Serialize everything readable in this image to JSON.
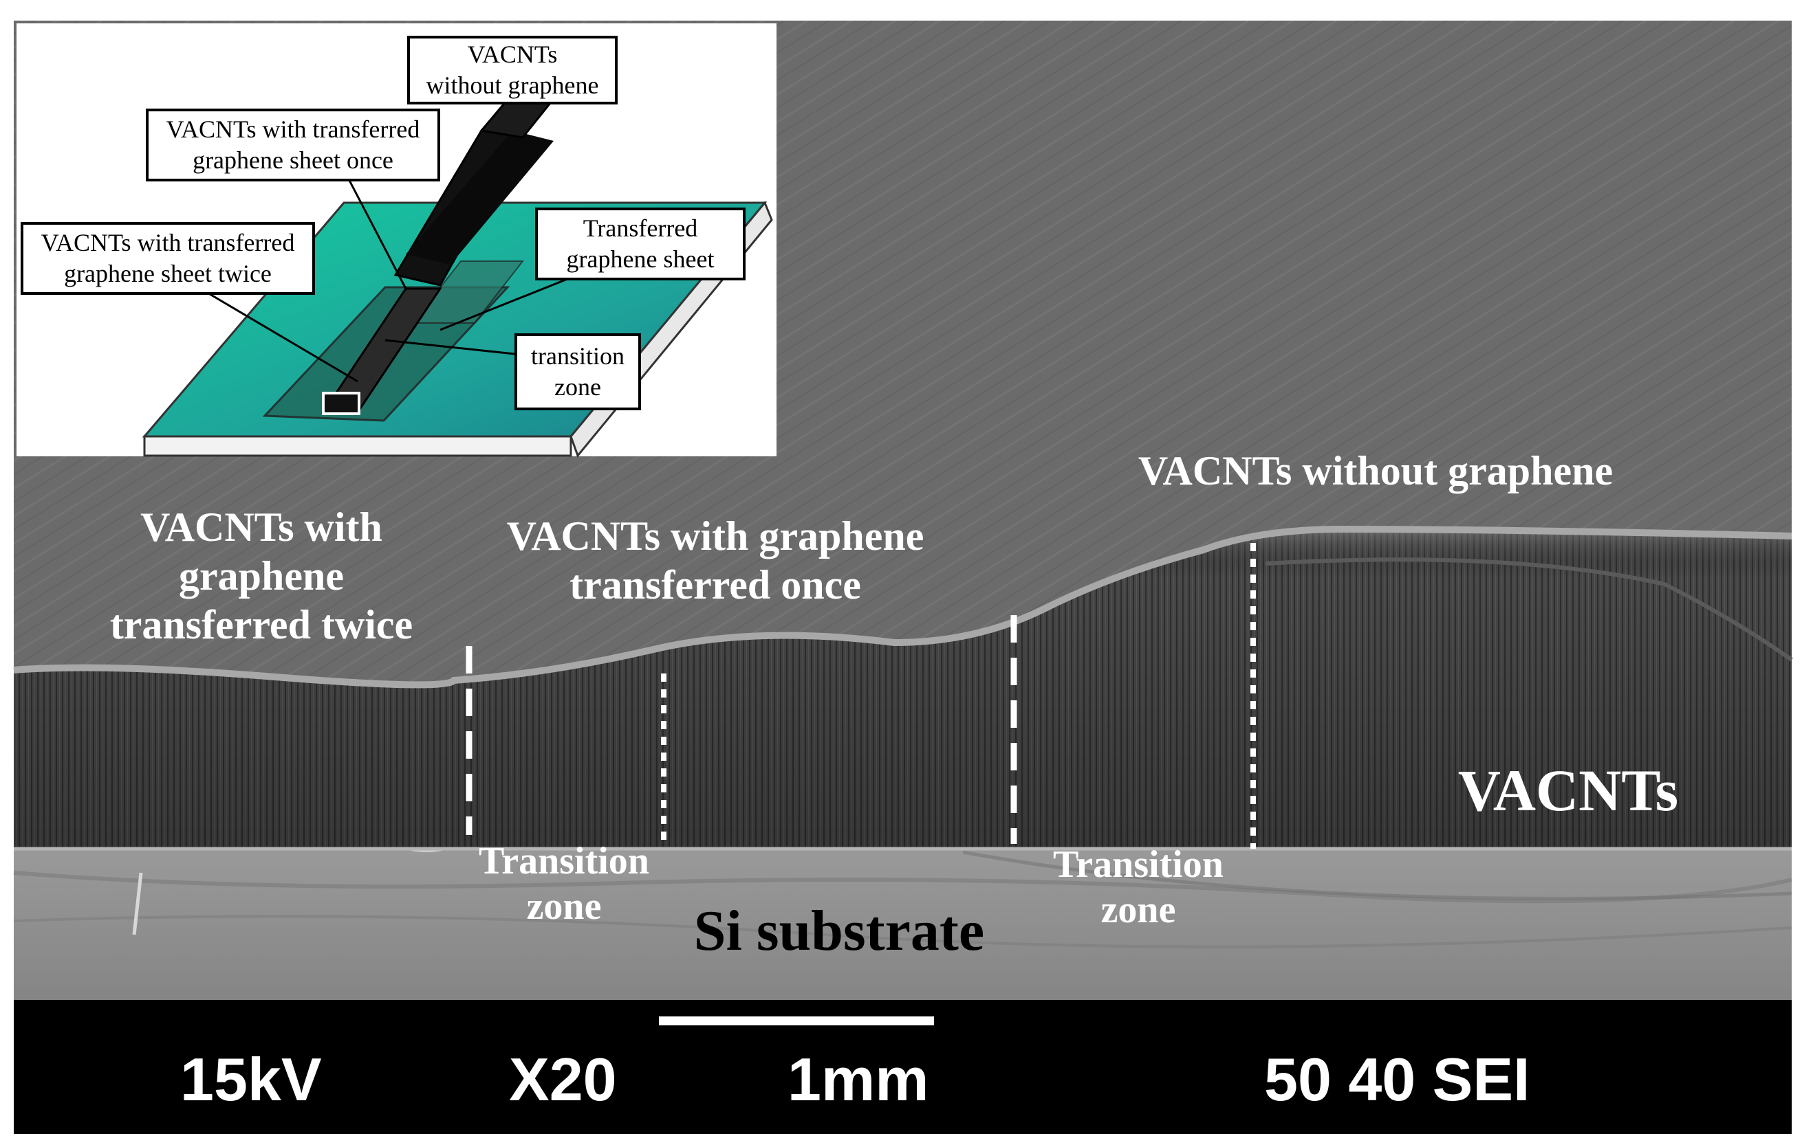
{
  "inset": {
    "box_without": [
      "VACNTs",
      "without graphene"
    ],
    "box_once": [
      "VACNTs with transferred",
      "graphene sheet once"
    ],
    "box_twice": [
      "VACNTs with transferred",
      "graphene sheet twice"
    ],
    "box_sheet": [
      "Transferred",
      "graphene sheet"
    ],
    "box_transition": [
      "transition",
      "zone"
    ]
  },
  "sem": {
    "label_twice": [
      "VACNTs with",
      "graphene",
      "transferred twice"
    ],
    "label_once": [
      "VACNTs with graphene",
      "transferred once"
    ],
    "label_without": "VACNTs without  graphene",
    "label_vacnts": "VACNTs",
    "label_transition_left": [
      "Transition",
      "zone"
    ],
    "label_transition_right": [
      "Transition",
      "zone"
    ],
    "label_substrate": "Si substrate"
  },
  "info_bar": {
    "voltage": "15kV",
    "magnification": "X20",
    "scale": "1mm",
    "id": "50 40 SEI"
  }
}
